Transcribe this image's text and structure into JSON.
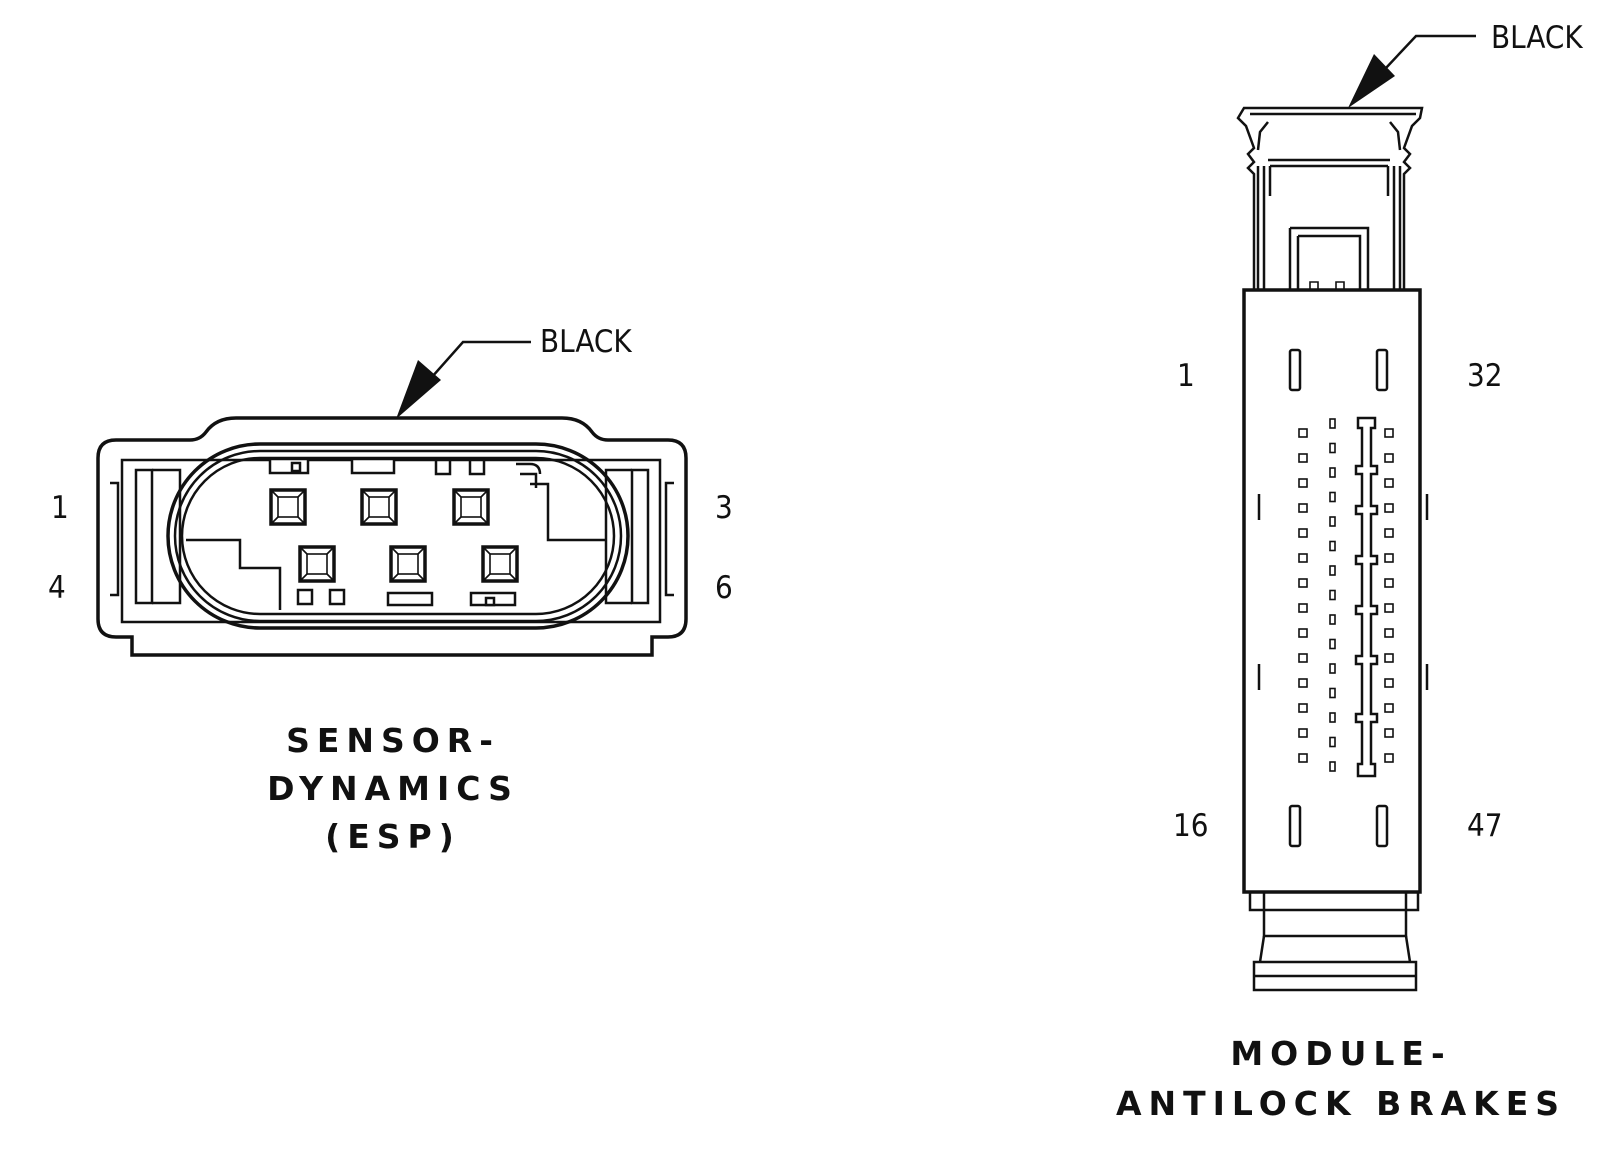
{
  "sensor": {
    "wire_color": "BLACK",
    "pin_labels": {
      "top_left": "1",
      "bottom_left": "4",
      "top_right": "3",
      "bottom_right": "6"
    },
    "title_lines": [
      "SENSOR-",
      "DYNAMICS",
      "(ESP)"
    ]
  },
  "module": {
    "wire_color": "BLACK",
    "pin_labels": {
      "top_left": "1",
      "top_right": "32",
      "bottom_left": "16",
      "bottom_right": "47"
    },
    "title_lines": [
      "MODULE-",
      "ANTILOCK BRAKES"
    ]
  }
}
